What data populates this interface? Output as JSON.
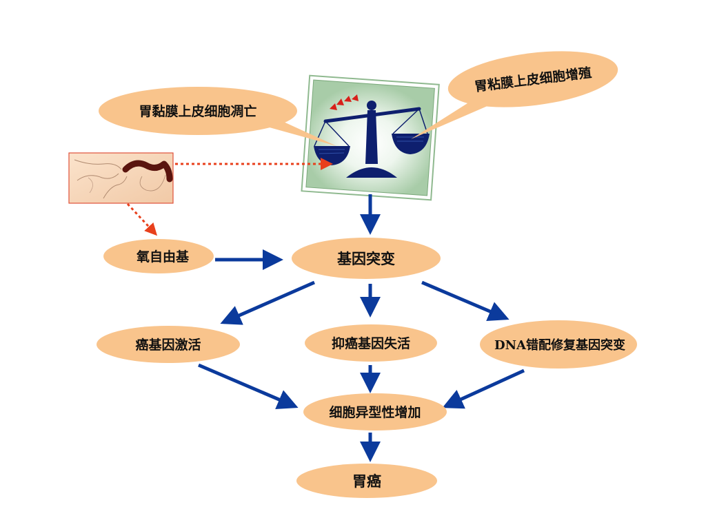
{
  "nodes": {
    "apoptosis": "胃黏膜上皮细胞凋亡",
    "proliferation": "胃粘膜上皮细胞增殖",
    "free_radical": "氧自由基",
    "mutation": "基因突变",
    "oncogene": "癌基因激活",
    "suppressor": "抑癌基因失活",
    "dna_repair": "DNA错配修复基因突变",
    "atypia": "细胞异型性增加",
    "cancer": "胃癌"
  },
  "colors": {
    "node_fill": "#f9c48c",
    "arrow_blue": "#0b3a9c",
    "dotted_red": "#e8401c",
    "scale_navy": "#0e1f6e",
    "panel_green": "#b3d4b3"
  }
}
